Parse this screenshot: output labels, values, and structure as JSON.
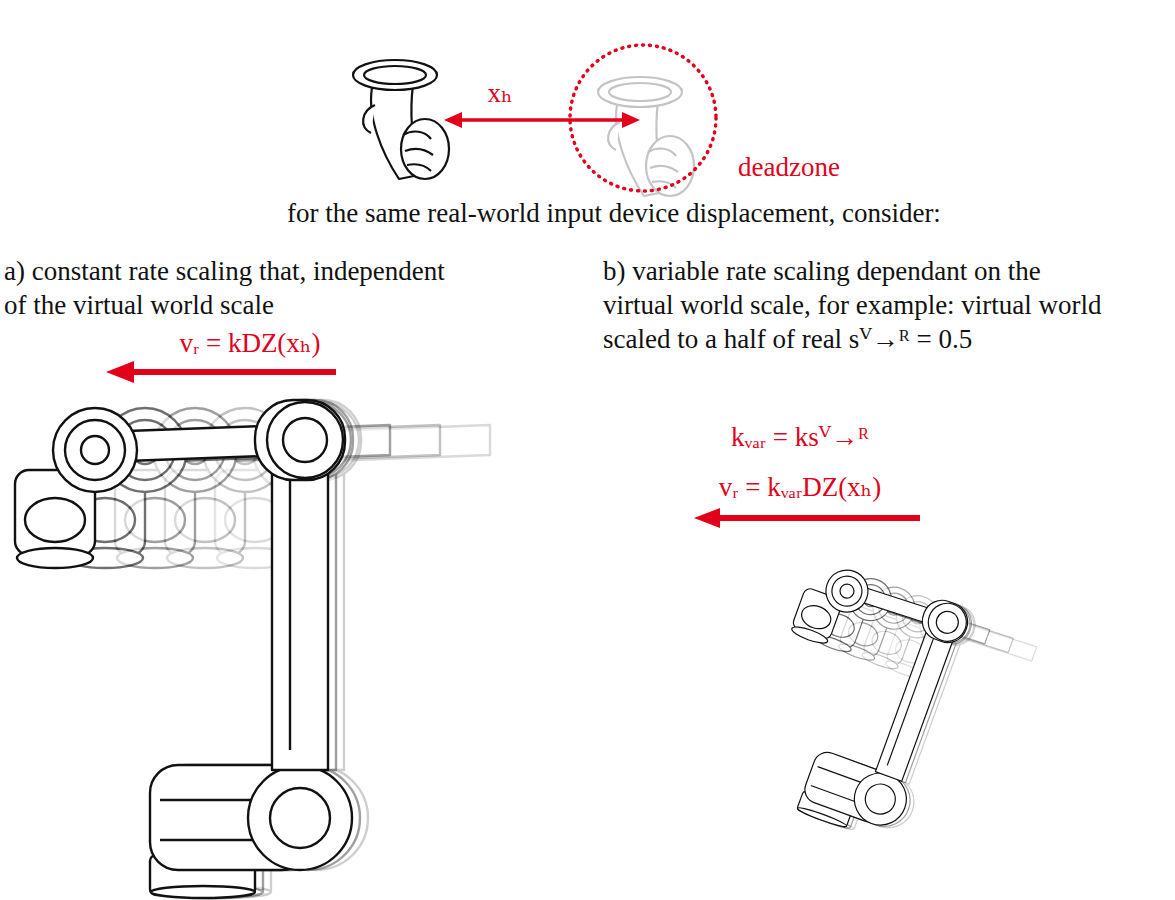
{
  "diagram": {
    "labels": [
      "xₕ",
      "deadzone",
      "for the same real-world input device displacement, consider:",
      "a) constant rate scaling that, independent of the virtual world scale",
      "vᵣ = kDZ(xₕ)",
      "b) variable rate scaling dependant on the virtual world scale, for example: virtual world scaled to a half of real sⱽ→ᴿ = 0.5",
      "kᵥₐᵣ = ksⱽ→ᴿ",
      "vᵣ = kᵥₐᵣDZ(xₕ)"
    ]
  }
}
